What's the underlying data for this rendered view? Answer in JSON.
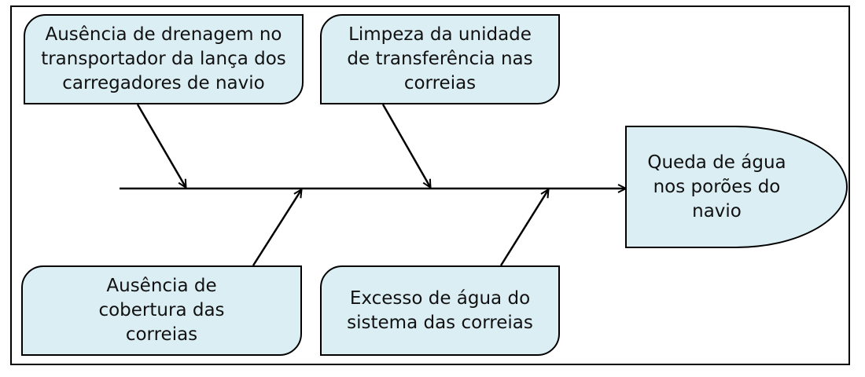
{
  "diagram": {
    "effect": "Queda de água nos porões do navio",
    "causes": [
      {
        "text": "Ausência de drenagem no transportador da lança dos carregadores de navio"
      },
      {
        "text": "Limpeza da unidade de transferência nas correias"
      },
      {
        "text": "Ausência de cobertura das correias"
      },
      {
        "text": "Excesso de água do sistema das correias"
      }
    ],
    "caption": "",
    "colors": {
      "box_fill": "#dbeef4",
      "stroke": "#000000"
    }
  }
}
